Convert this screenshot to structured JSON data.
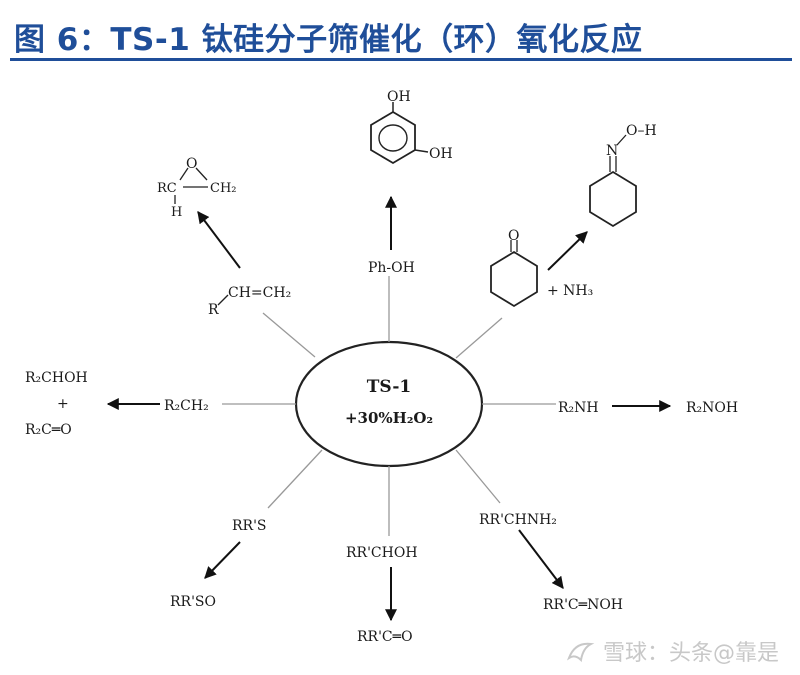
{
  "header": {
    "title": "图 6：TS-1 钛硅分子筛催化（环）氧化反应"
  },
  "center": {
    "line1": "TS-1",
    "line2": "+30%H₂O₂"
  },
  "nodes": {
    "epoxide": {
      "top": "O",
      "left": "RC",
      "right": "CH₂",
      "bottom": "H"
    },
    "alkene": {
      "main": "CH=CH₂",
      "r": "R"
    },
    "phenol": "Ph-OH",
    "catechol": {
      "oh_top": "OH",
      "oh_mid": "OH"
    },
    "cyclohexanone": {
      "o": "O",
      "plus_nh3": "+ NH₃"
    },
    "oxime": {
      "noh": "N",
      "oh": "O–H"
    },
    "r2chohr2co": {
      "line1": "R₂CHOH",
      "plus": "+",
      "line2": "R₂C═O"
    },
    "r2ch2": "R₂CH₂",
    "r2nh": "R₂NH",
    "r2noh": "R₂NOH",
    "rrs": "RR'S",
    "rrso": "RR'SO",
    "rrchoh": "RR'CHOH",
    "rrco": "RR'C═O",
    "rrchnh2": "RR'CHNH₂",
    "rrcnoh": "RR'C═NOH"
  },
  "watermark": {
    "text": "雪球：头条@靠是"
  }
}
